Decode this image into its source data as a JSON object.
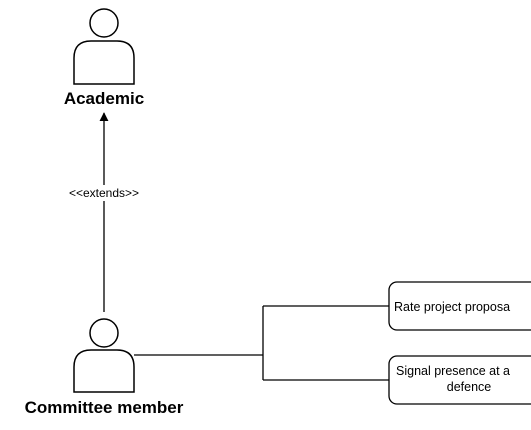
{
  "actors": {
    "academic": {
      "label": "Academic"
    },
    "committee": {
      "label": "Committee member"
    }
  },
  "relations": {
    "extends": {
      "label": "<<extends>>"
    }
  },
  "use_cases": {
    "rate_proposal": {
      "label": "Rate project proposa"
    },
    "signal_presence": {
      "line1": "Signal presence at a",
      "line2": "defence"
    }
  },
  "colors": {
    "stroke": "#000000",
    "fill": "#ffffff"
  }
}
